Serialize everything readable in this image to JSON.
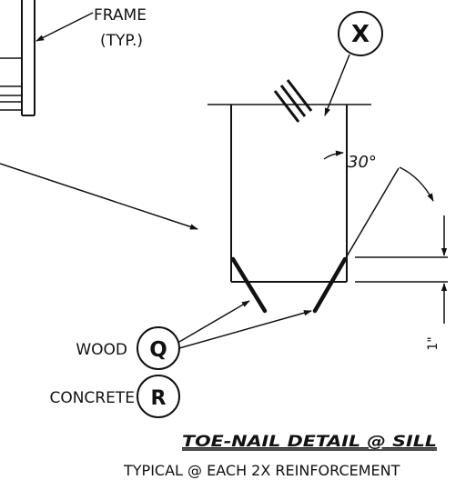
{
  "labels": {
    "frame_line1": "FRAME",
    "frame_line2": "(TYP.)",
    "callout_x": "X",
    "angle": "30°",
    "dimension": "1\"",
    "wood": "WOOD",
    "concrete": "CONCRETE",
    "callout_q": "Q",
    "callout_r": "R",
    "title": "TOE-NAIL DETAIL @ SILL",
    "subtitle": "TYPICAL @ EACH 2X REINFORCEMENT"
  },
  "colors": {
    "ink": "#111111",
    "paper": "#ffffff"
  }
}
